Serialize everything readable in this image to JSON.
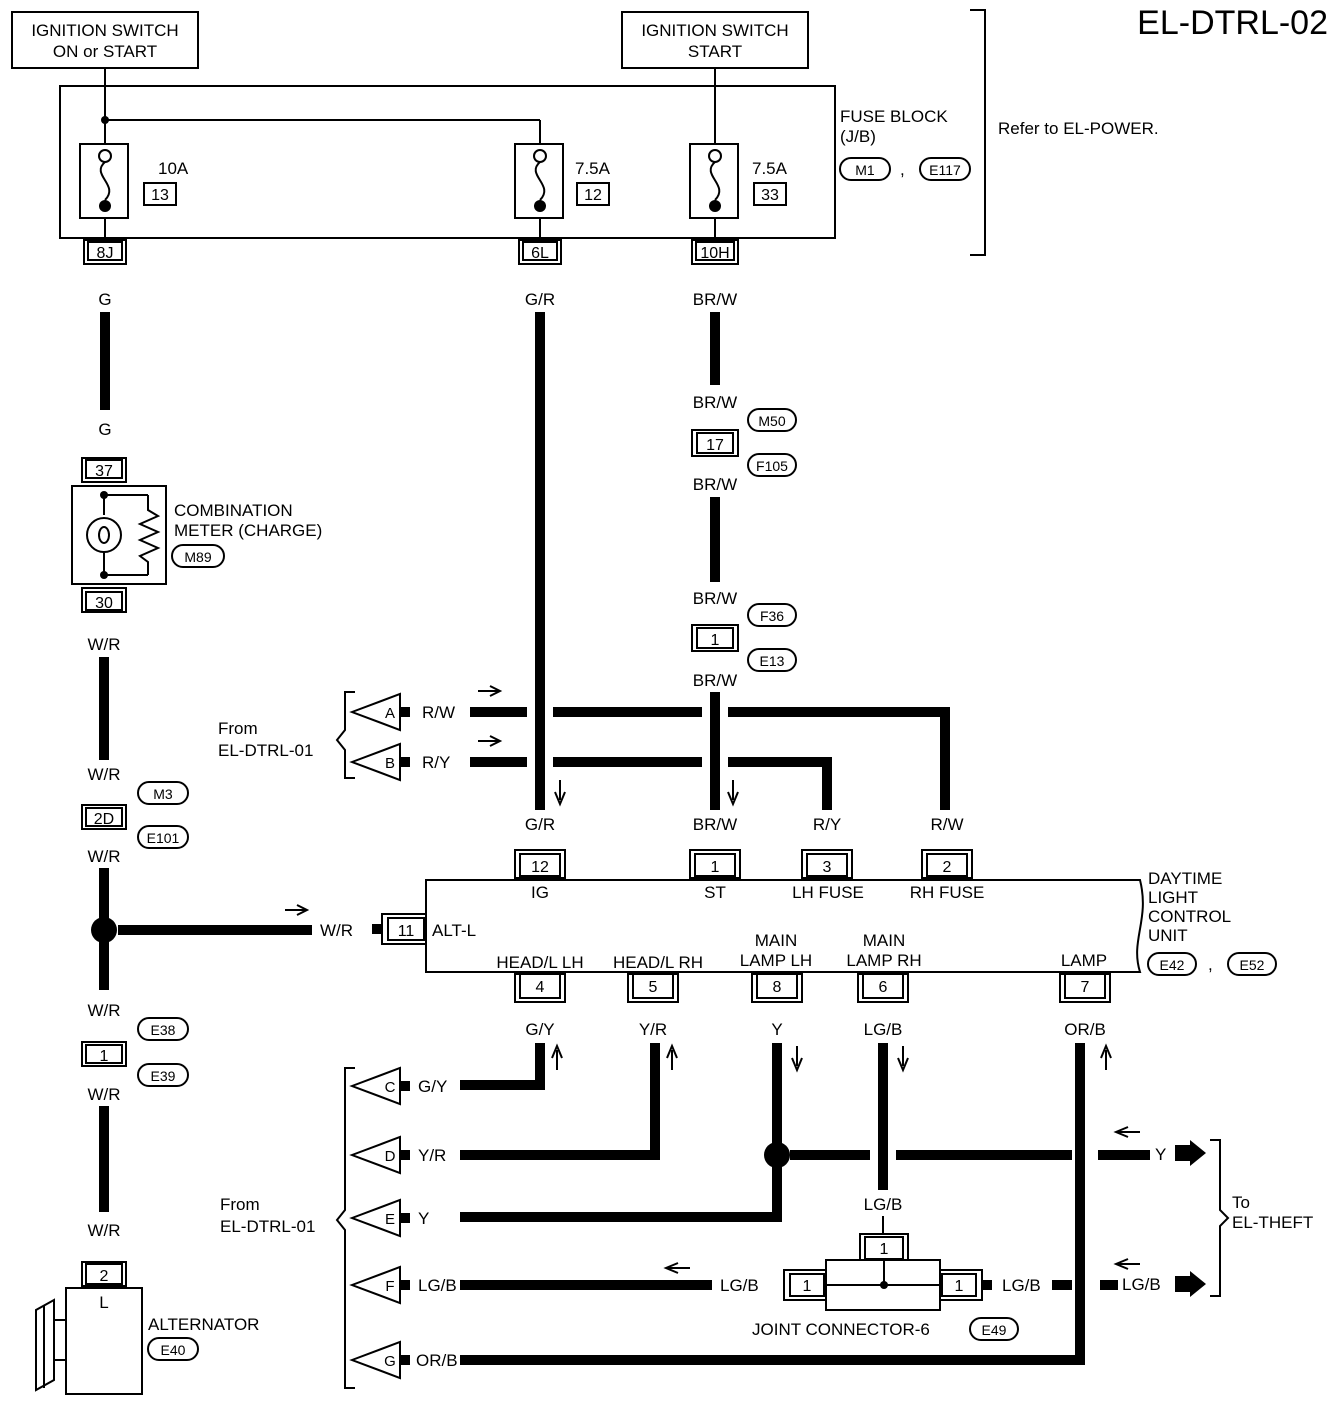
{
  "title": "EL-DTRL-02",
  "power": {
    "ign_on": [
      "IGNITION SWITCH",
      "ON or START"
    ],
    "ign_start": [
      "IGNITION SWITCH",
      "START"
    ]
  },
  "fuse_block": {
    "name": [
      "FUSE BLOCK",
      "(J/B)"
    ],
    "conn1": "M1",
    "conn2": "E117",
    "refer": "Refer to EL-POWER.",
    "fuses": [
      {
        "amp": "10A",
        "num": "13",
        "pin": "8J",
        "wire": "G"
      },
      {
        "amp": "7.5A",
        "num": "12",
        "pin": "6L",
        "wire": "G/R"
      },
      {
        "amp": "7.5A",
        "num": "33",
        "pin": "10H",
        "wire": "BR/W"
      }
    ]
  },
  "meter": {
    "name": [
      "COMBINATION",
      "METER (CHARGE)"
    ],
    "conn": "M89",
    "pin_in": "37",
    "pin_out": "30",
    "wire_in": "G",
    "wire_out": "W/R"
  },
  "left_branch": {
    "wire_a": "W/R",
    "pin_a": "2D",
    "conn_a1": "M3",
    "conn_a2": "E101",
    "wire_a2": "W/R",
    "wire_b": "W/R",
    "pin_b": "1",
    "conn_b1": "E38",
    "conn_b2": "E39",
    "wire_b2": "W/R",
    "wire_c": "W/R"
  },
  "alternator": {
    "name": "ALTERNATOR",
    "conn": "E40",
    "pin": "2",
    "pin_label": "L"
  },
  "st_line": {
    "w1": "BR/W",
    "pin1": "17",
    "c1a": "M50",
    "c1b": "F105",
    "w2": "BR/W",
    "w3": "BR/W",
    "pin2": "1",
    "c2a": "F36",
    "c2b": "E13",
    "w4": "BR/W"
  },
  "from_top": {
    "label": [
      "From",
      "EL-DTRL-01"
    ],
    "items": [
      {
        "letter": "A",
        "wire": "R/W"
      },
      {
        "letter": "B",
        "wire": "R/Y"
      }
    ]
  },
  "unit": {
    "name": [
      "DAYTIME",
      "LIGHT",
      "CONTROL",
      "UNIT"
    ],
    "conn1": "E42",
    "conn2": "E52",
    "top_pins": [
      {
        "wire": "G/R",
        "pin": "12",
        "label": "IG"
      },
      {
        "wire": "BR/W",
        "pin": "1",
        "label": "ST"
      },
      {
        "wire": "R/Y",
        "pin": "3",
        "label": "LH FUSE"
      },
      {
        "wire": "R/W",
        "pin": "2",
        "label": "RH FUSE"
      }
    ],
    "alt_pin": {
      "wire": "W/R",
      "pin": "11",
      "label": "ALT-L"
    },
    "bottom_pins": [
      {
        "label": [
          "HEAD/L LH"
        ],
        "pin": "4",
        "wire": "G/Y"
      },
      {
        "label": [
          "HEAD/L RH"
        ],
        "pin": "5",
        "wire": "Y/R"
      },
      {
        "label": [
          "MAIN",
          "LAMP LH"
        ],
        "pin": "8",
        "wire": "Y"
      },
      {
        "label": [
          "MAIN",
          "LAMP RH"
        ],
        "pin": "6",
        "wire": "LG/B"
      },
      {
        "label": [
          "LAMP"
        ],
        "pin": "7",
        "wire": "OR/B"
      }
    ]
  },
  "from_bottom": {
    "label": [
      "From",
      "EL-DTRL-01"
    ],
    "items": [
      {
        "letter": "C",
        "wire": "G/Y"
      },
      {
        "letter": "D",
        "wire": "Y/R"
      },
      {
        "letter": "E",
        "wire": "Y"
      },
      {
        "letter": "F",
        "wire": "LG/B"
      },
      {
        "letter": "G",
        "wire": "OR/B"
      }
    ]
  },
  "to_theft": {
    "label": [
      "To",
      "EL-THEFT"
    ],
    "y_wire": "Y",
    "lgb_wire": "LG/B"
  },
  "joint": {
    "name": "JOINT CONNECTOR-6",
    "conn": "E49",
    "wire_top": "LG/B",
    "pin_top": "1",
    "pin_left": "1",
    "pin_right": "1",
    "wire_left": "LG/B",
    "wire_right": "LG/B"
  }
}
